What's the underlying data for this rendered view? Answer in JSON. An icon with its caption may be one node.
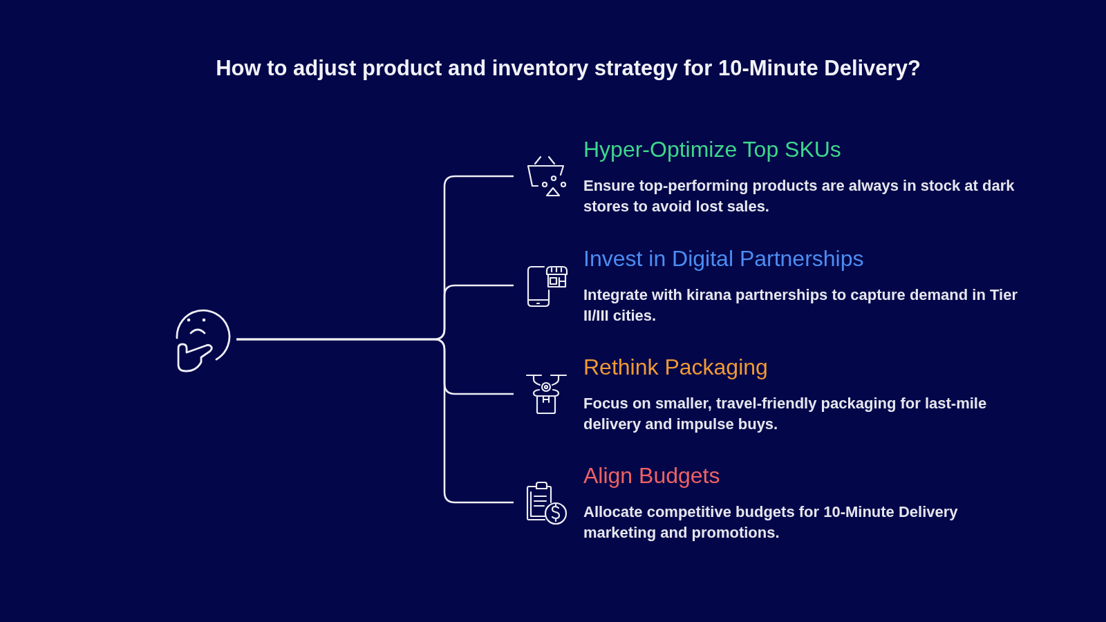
{
  "diagram": {
    "title": "How to adjust product and inventory strategy for 10-Minute Delivery?",
    "nodes": [
      {
        "text": [],
        "shape": "picture"
      },
      {
        "text": [
          "Hyper-Optimize Top SKUs",
          "Ensure top-performing products are always in stock at dark stores to avoid lost sales."
        ]
      },
      {
        "text": [
          "Invest in Digital Partnerships",
          "Integrate with kirana partnerships to capture demand in Tier II/III cities."
        ]
      },
      {
        "text": [
          "Rethink Packaging",
          "Focus on smaller, travel-friendly packaging for last-mile delivery and impulse buys."
        ]
      },
      {
        "text": [
          "Align Budgets",
          "Allocate competitive budgets for 10-Minute Delivery marketing and promotions."
        ]
      }
    ],
    "edges": [
      {
        "from": 0,
        "to": 1,
        "arrow": "none"
      },
      {
        "from": 0,
        "to": 2,
        "arrow": "none"
      },
      {
        "from": 0,
        "to": 3,
        "arrow": "none"
      },
      {
        "from": 0,
        "to": 4,
        "arrow": "none"
      }
    ]
  }
}
